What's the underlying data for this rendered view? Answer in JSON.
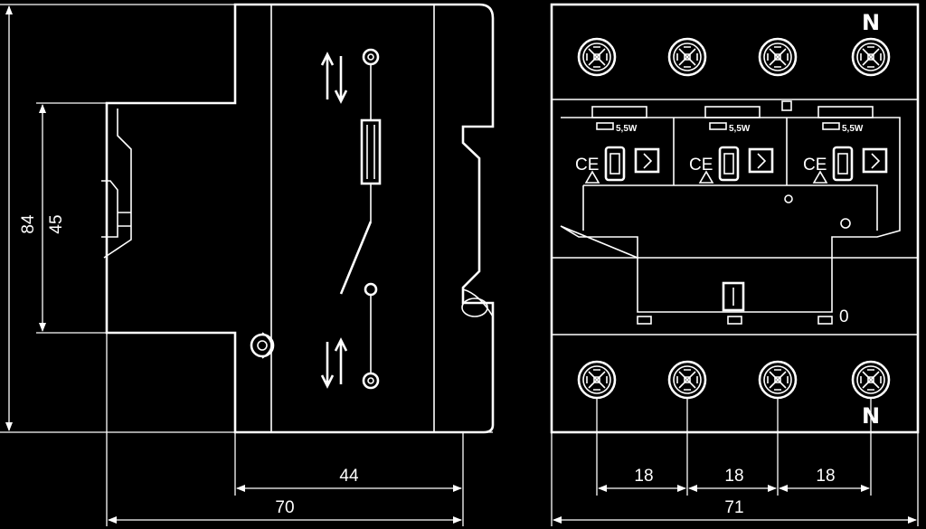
{
  "dimensions": {
    "overall_height": "84",
    "inner_height": "45",
    "depth_front": "44",
    "depth_total": "70",
    "width_total": "71",
    "pitch_1": "18",
    "pitch_2": "18",
    "pitch_3": "18"
  },
  "markings": {
    "neutral_top": "N",
    "neutral_bottom": "N",
    "fuse_power_1": "5,5W",
    "fuse_power_2": "5,5W",
    "fuse_power_3": "5,5W",
    "ce_mark_1": "CE",
    "ce_mark_2": "CE",
    "ce_mark_3": "CE",
    "position_indicator": "0"
  }
}
